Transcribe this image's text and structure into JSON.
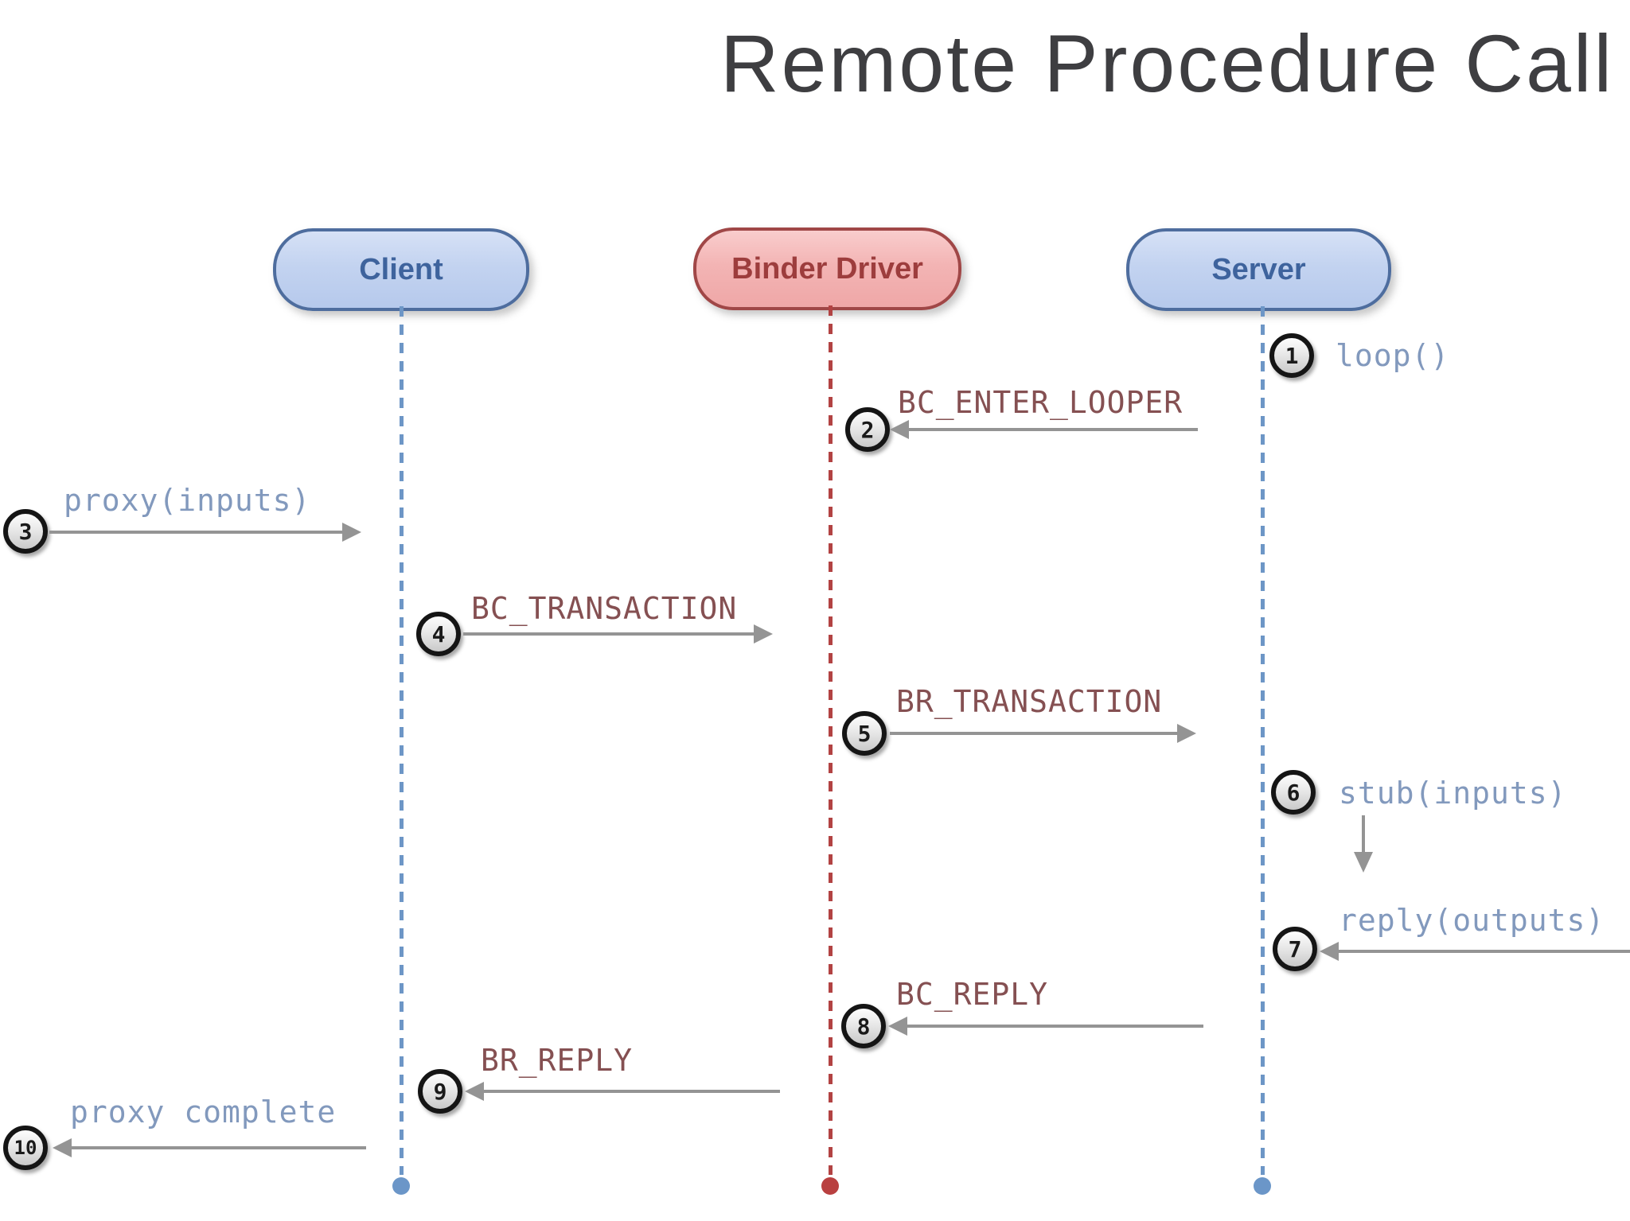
{
  "title": "Remote Procedure Call",
  "actors": {
    "client": {
      "label": "Client",
      "color": "#3e639d"
    },
    "binder": {
      "label": "Binder Driver",
      "color": "#9d3d3d"
    },
    "server": {
      "label": "Server",
      "color": "#3e639d"
    }
  },
  "steps": {
    "s1": {
      "num": "1",
      "label": "loop()",
      "actor": "server",
      "kind": "self"
    },
    "s2": {
      "num": "2",
      "label": "BC_ENTER_LOOPER",
      "from": "server",
      "to": "binder"
    },
    "s3": {
      "num": "3",
      "label": "proxy(inputs)",
      "from": "caller",
      "to": "client"
    },
    "s4": {
      "num": "4",
      "label": "BC_TRANSACTION",
      "from": "client",
      "to": "binder"
    },
    "s5": {
      "num": "5",
      "label": "BR_TRANSACTION",
      "from": "binder",
      "to": "server"
    },
    "s6": {
      "num": "6",
      "label": "stub(inputs)",
      "actor": "server",
      "kind": "self"
    },
    "s7": {
      "num": "7",
      "label": "reply(outputs)",
      "from": "callee",
      "to": "server"
    },
    "s8": {
      "num": "8",
      "label": "BC_REPLY",
      "from": "server",
      "to": "binder"
    },
    "s9": {
      "num": "9",
      "label": "BR_REPLY",
      "from": "binder",
      "to": "client"
    },
    "s10": {
      "num": "10",
      "label": "proxy complete",
      "from": "client",
      "to": "caller"
    }
  },
  "colors": {
    "background": "#ffffff",
    "title_text": "#3e3e41",
    "blue_label": "#8299bd",
    "maroon_label": "#855052",
    "arrow": "#949494",
    "client_lifeline": "#6d96c6",
    "binder_lifeline": "#b24343",
    "server_lifeline": "#6d96c6",
    "blue_pill_border": "#4e6d9e",
    "red_pill_border": "#a04747"
  }
}
